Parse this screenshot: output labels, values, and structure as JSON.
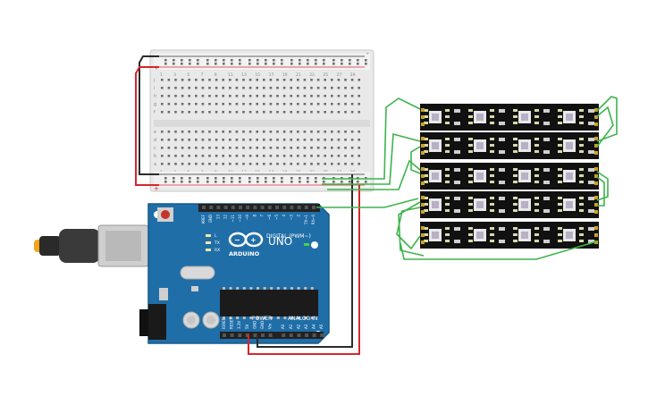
{
  "breadcrumb_title": "",
  "breadboard": {
    "rail_minus_label": "-",
    "rail_plus_label": "+",
    "row_letters_top": [
      "j",
      "i",
      "h",
      "g",
      "f"
    ],
    "row_letters_bottom": [
      "e",
      "d",
      "c",
      "b",
      "a"
    ],
    "column_numbers_top": [
      "1",
      "3",
      "5",
      "7",
      "9",
      "11",
      "13",
      "15",
      "17",
      "19",
      "21",
      "23",
      "25",
      "27",
      "29"
    ],
    "column_numbers_bottom": [
      "1",
      "3",
      "5",
      "7",
      "9",
      "11",
      "13",
      "15",
      "17",
      "19",
      "21",
      "23",
      "25",
      "27",
      "29"
    ]
  },
  "arduino": {
    "brand": "ARDUINO",
    "model": "UNO",
    "digital_label": "DIGITAL (PWM~)",
    "power_label": "POWER",
    "analog_label": "ANALOG IN",
    "on_label": "ON",
    "tx_label": "TX",
    "rx_label": "RX",
    "l_label": "L",
    "digital_pins": [
      "AREF",
      "GND",
      "13",
      "12",
      "~11",
      "~10",
      "~9",
      "8",
      "7",
      "~6",
      "~5",
      "4",
      "~3",
      "2",
      "TX→1",
      "RX←0"
    ],
    "power_pins": [
      "IOREF",
      "RESET",
      "3.3V",
      "5V",
      "GND",
      "GND",
      "Vin"
    ],
    "analog_pins": [
      "A0",
      "A1",
      "A2",
      "A3",
      "A4",
      "A5"
    ]
  },
  "led_strips": {
    "count": 5,
    "pixels_per_strip": 4
  },
  "colors": {
    "wire_red": "#d6262b",
    "wire_black": "#2b2b2b",
    "wire_green": "#3cb44a",
    "board_blue": "#1f6ea8",
    "strip_black": "#111111",
    "breadboard": "#e8e8e8"
  }
}
